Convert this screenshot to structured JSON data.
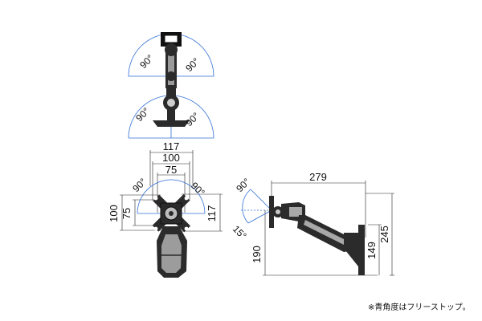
{
  "top_view": {
    "upper_angles": [
      "90°",
      "90°"
    ],
    "lower_angles": [
      "90°",
      "90°"
    ]
  },
  "front_view": {
    "width_outer": "117",
    "width_middle": "100",
    "width_inner": "75",
    "height_left_outer": "100",
    "height_left_inner": "75",
    "height_right": "117",
    "tilt_angles": [
      "90°",
      "90°"
    ]
  },
  "side_view": {
    "depth": "279",
    "height_total": "245",
    "height_arm": "190",
    "height_plate": "149",
    "tilt_up": "90°",
    "tilt_down": "15°"
  },
  "note": "※青角度はフリーストップ。",
  "colors": {
    "angle_line": "#2f6fd6",
    "dimension_line": "#222222",
    "body": "#111111"
  }
}
